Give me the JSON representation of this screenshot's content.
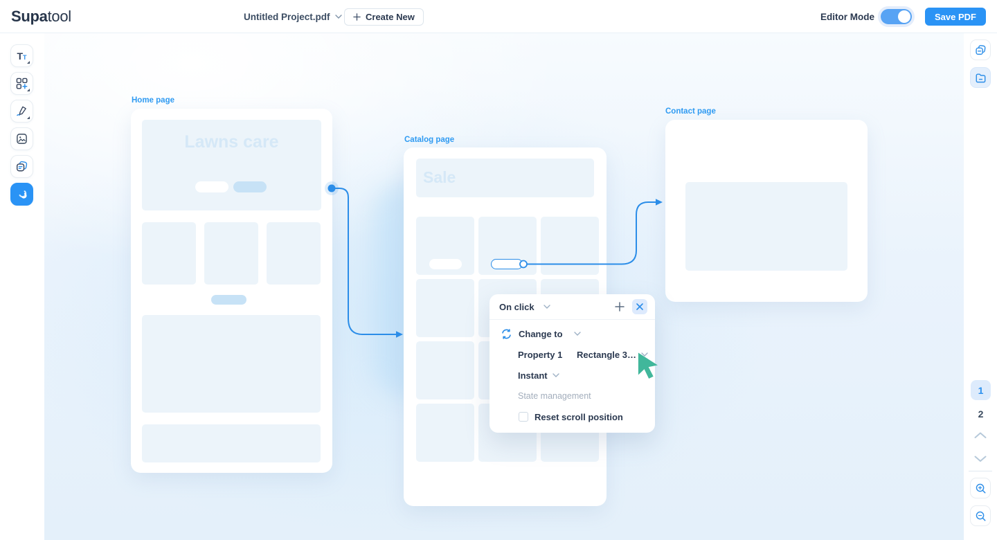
{
  "header": {
    "logo_bold": "Supa",
    "logo_light": "tool",
    "project_title": "Untitled Project.pdf",
    "create_new_label": "Create New",
    "editor_mode_label": "Editor Mode",
    "editor_mode_on": true,
    "save_button_label": "Save PDF"
  },
  "left_toolbar": {
    "tools": [
      "text-tool",
      "shapes-tool",
      "draw-tool",
      "image-tool",
      "stickers-tool",
      "interactions-tool"
    ],
    "active_tool": "interactions-tool",
    "text_tool_glyph_large": "T",
    "text_tool_glyph_small": "T"
  },
  "artboards": [
    {
      "label": "Home page",
      "hero_text": "Lawns care"
    },
    {
      "label": "Catalog page",
      "hero_text": "Sale"
    },
    {
      "label": "Contact page"
    }
  ],
  "popup": {
    "trigger_label": "On click",
    "action_label": "Change to",
    "property_label": "Property 1",
    "property_value": "Rectangle 3…",
    "timing_label": "Instant",
    "section_label": "State management",
    "checkbox_label": "Reset scroll position",
    "checkbox_checked": false
  },
  "right_toolbar": {
    "pages": [
      "1",
      "2"
    ],
    "active_page": "1"
  },
  "colors": {
    "accent_blue": "#2a93f5",
    "connector_blue": "#2b8de8",
    "canvas_label_blue": "#2f9bf2",
    "placeholder_fill": "#ecf4fa",
    "placeholder_text": "#d5e8f7",
    "pill_blue": "#c7e2f6",
    "cursor_teal": "#41b79b",
    "toggle_track": "#57a3f4"
  }
}
